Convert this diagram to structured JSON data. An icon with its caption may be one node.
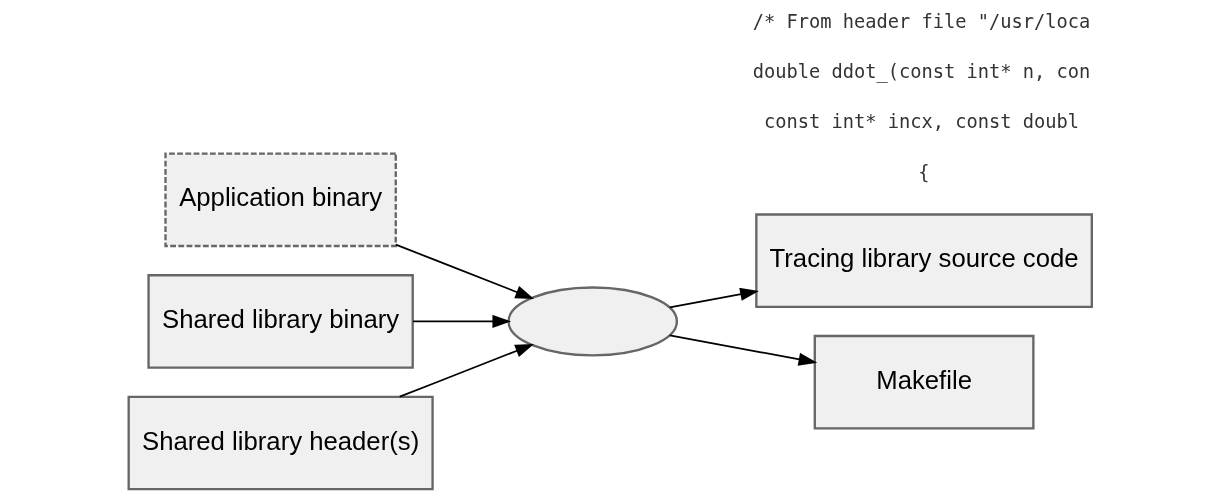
{
  "diagram": {
    "nodes": [
      {
        "text": [
          "Application binary"
        ]
      },
      {
        "text": [
          "Shared library binary"
        ]
      },
      {
        "text": [
          "Shared library header(s)"
        ]
      },
      {
        "text": [],
        "shape": "ellipse"
      },
      {
        "text": [
          "Tracing library source code"
        ]
      },
      {
        "text": [
          "Makefile"
        ]
      }
    ],
    "edges": [
      {
        "from": 0,
        "to": 3,
        "arrow": "to"
      },
      {
        "from": 1,
        "to": 3,
        "arrow": "to"
      },
      {
        "from": 2,
        "to": 3,
        "arrow": "to"
      },
      {
        "from": 3,
        "to": 4,
        "arrow": "to"
      },
      {
        "from": 3,
        "to": 5,
        "arrow": "to"
      }
    ],
    "labels": [
      "/* From header file \"/usr/loca",
      "double ddot_(const int* n, con",
      "  const int* incx, const doubl",
      "{"
    ]
  }
}
